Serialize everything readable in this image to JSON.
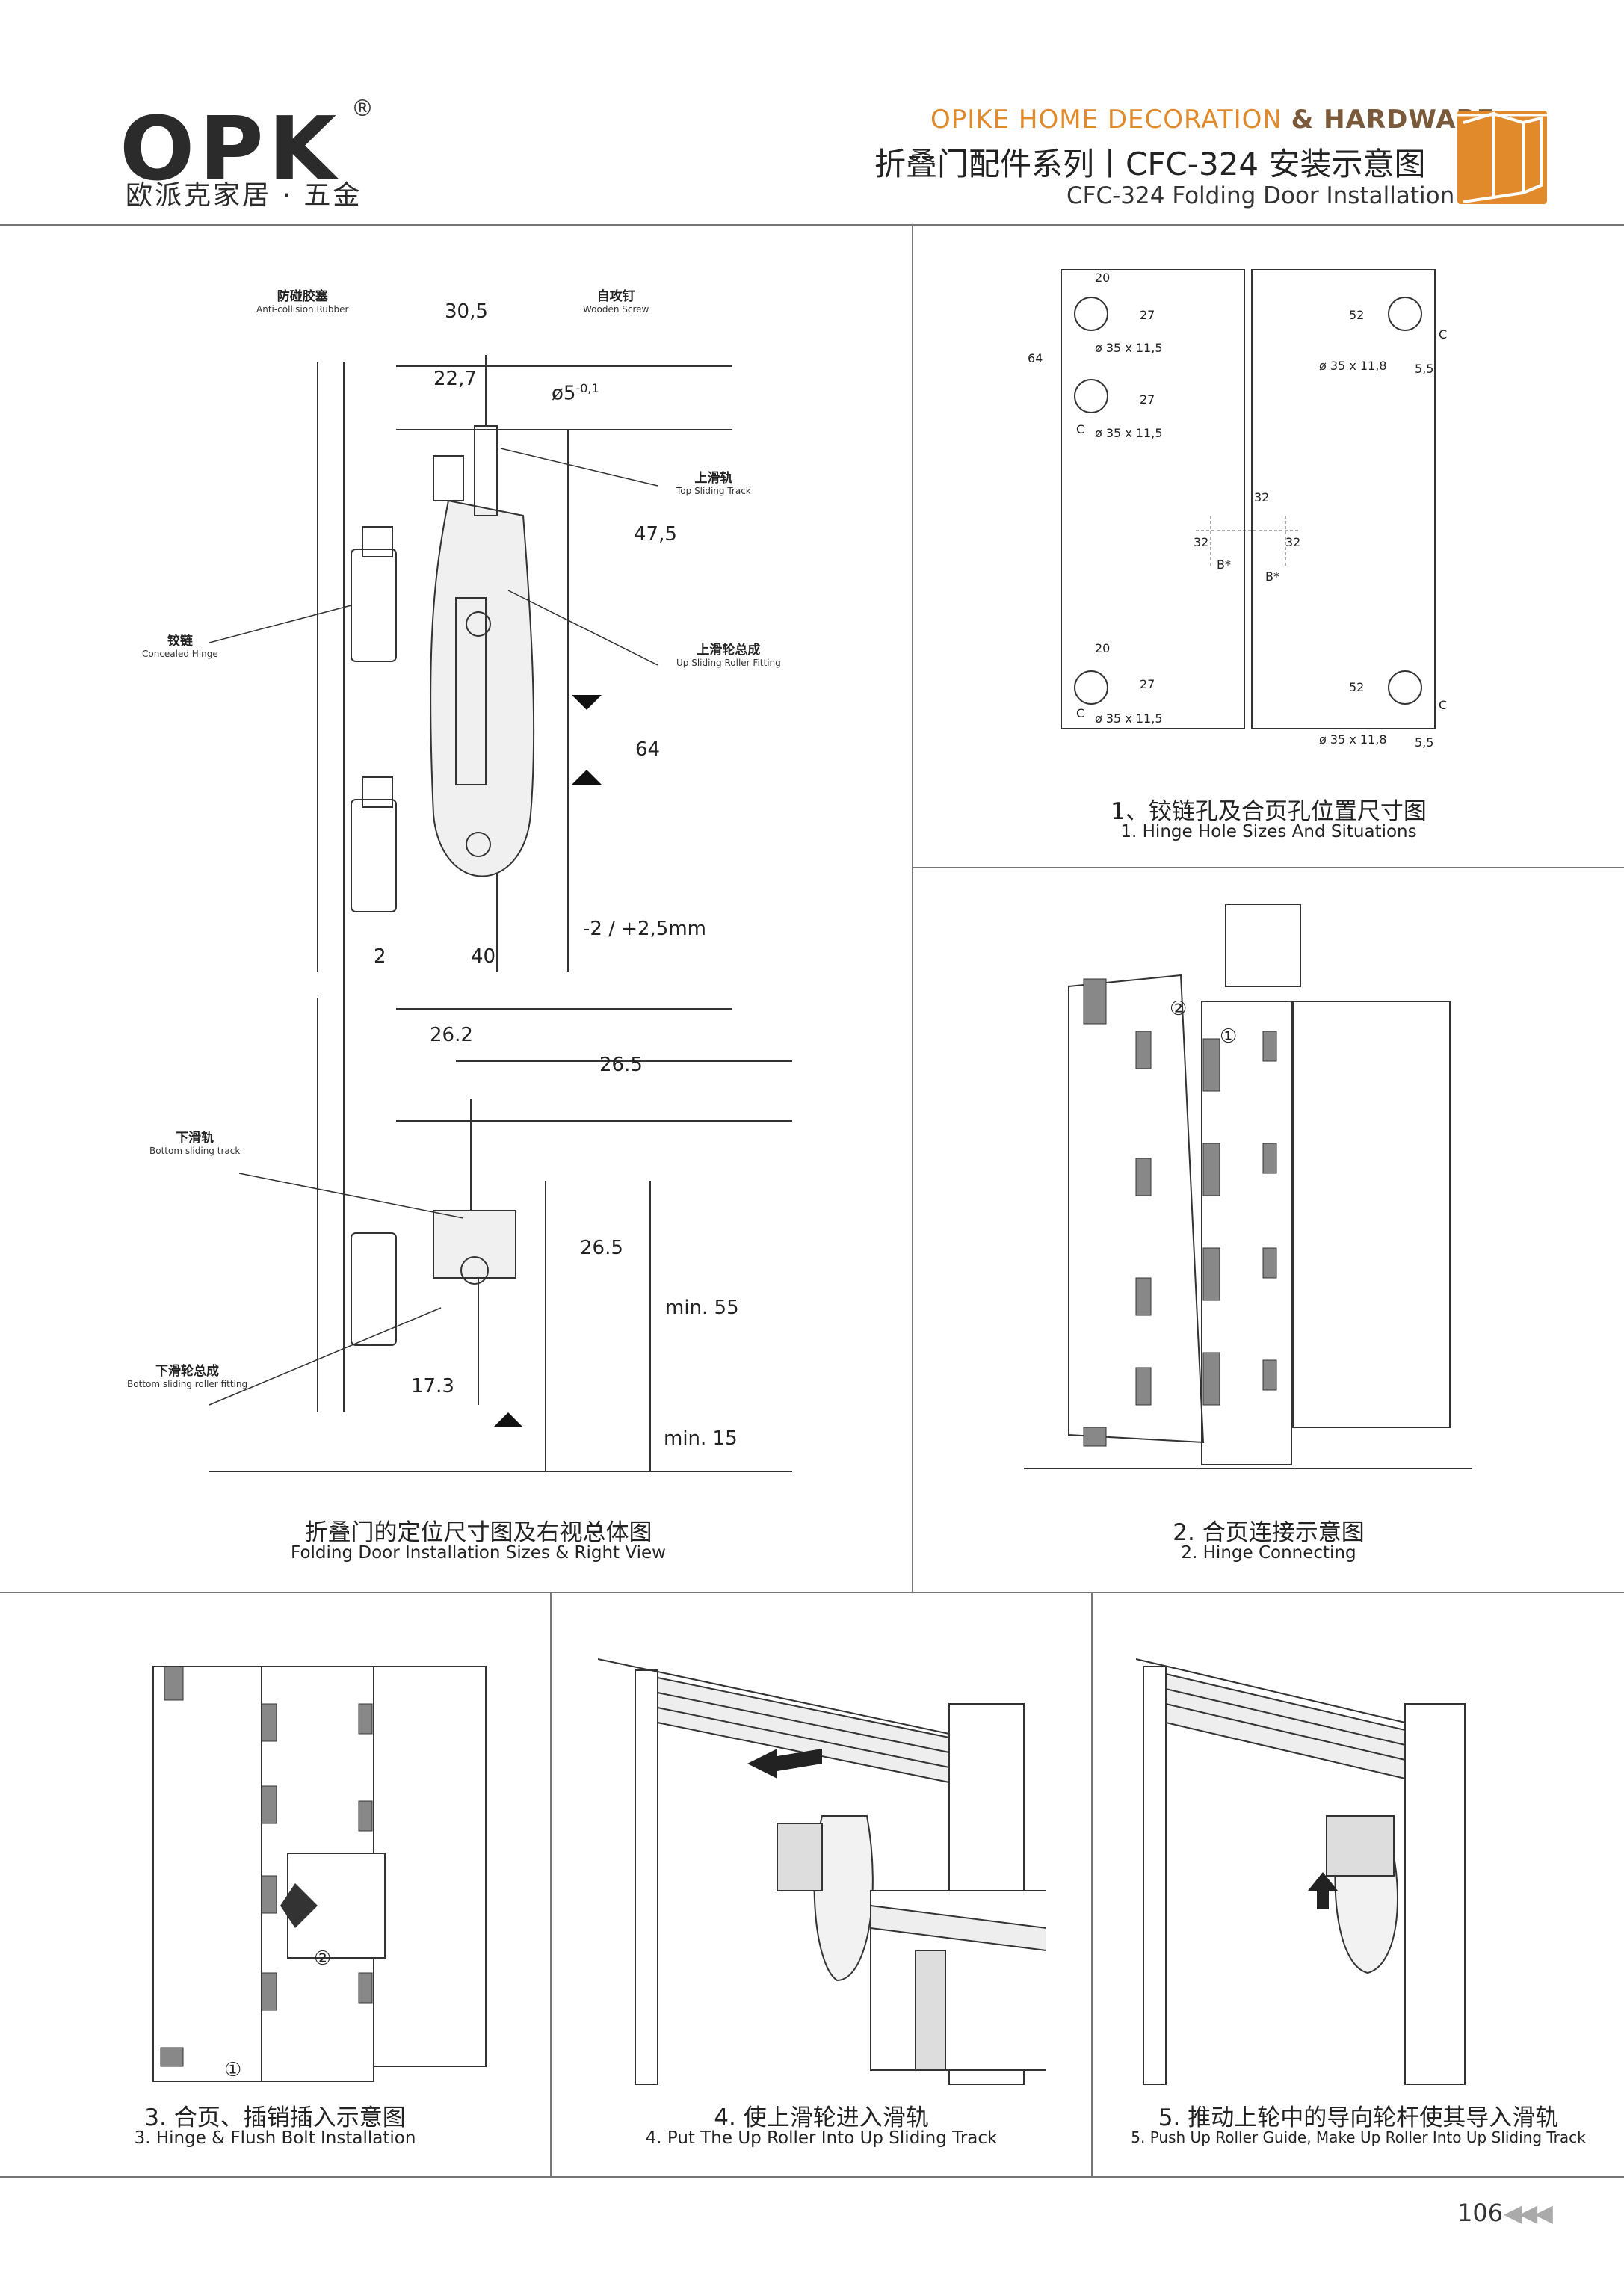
{
  "header": {
    "logo_text": "OPK",
    "logo_registered": "®",
    "logo_subtitle": "欧派克家居 · 五金",
    "brand_prefix": "OPIKE HOME DECORATION",
    "brand_amp": "& HARDWARE",
    "title_cn": "折叠门配件系列丨CFC-324 安装示意图",
    "title_en_model": "CFC-324",
    "title_en": "Folding Door Installation"
  },
  "panel_main": {
    "labels": {
      "anti_collision_cn": "防碰胶塞",
      "anti_collision_en": "Anti-collision Rubber",
      "wooden_screw_cn": "自攻钉",
      "wooden_screw_en": "Wooden Screw",
      "top_track_cn": "上滑轨",
      "top_track_en": "Top Sliding Track",
      "hinge_cn": "铰链",
      "hinge_en": "Concealed Hinge",
      "up_roller_cn": "上滑轮总成",
      "up_roller_en": "Up Sliding Roller Fitting",
      "bottom_track_cn": "下滑轨",
      "bottom_track_en": "Bottom sliding track",
      "bottom_roller_cn": "下滑轮总成",
      "bottom_roller_en": "Bottom sliding roller fitting"
    },
    "dims": {
      "d1": "30,5",
      "d2": "22,7",
      "d3": "ø5",
      "d3_tol": "-0,1",
      "d4": "47,5",
      "d5": "64",
      "d6": "-2 / +2,5mm",
      "d7": "2",
      "d8": "40",
      "d9": "26.2",
      "d10": "26.5",
      "d11": "26.5",
      "d12": "min. 55",
      "d13": "17.3",
      "d14": "min. 15"
    },
    "caption_cn": "折叠门的定位尺寸图及右视总体图",
    "caption_en": "Folding Door Installation Sizes & Right View"
  },
  "panel_holes": {
    "dims": {
      "w20": "20",
      "h27": "27",
      "hole": "ø 35 x 11,5",
      "h64": "64",
      "c": "C",
      "h52": "52",
      "hole2": "ø 35 x 11,8",
      "d55": "5,5",
      "d32": "32",
      "b": "B*"
    },
    "caption_cn": "1、铰链孔及合页孔位置尺寸图",
    "caption_en": "1. Hinge Hole Sizes And Situations"
  },
  "panel_hinge_connect": {
    "marker1": "①",
    "marker2": "②",
    "caption_cn": "2. 合页连接示意图",
    "caption_en": "2. Hinge Connecting"
  },
  "panel_3": {
    "marker1": "①",
    "marker2": "②",
    "caption_cn": "3. 合页、插销插入示意图",
    "caption_en": "3. Hinge & Flush Bolt Installation"
  },
  "panel_4": {
    "caption_cn": "4. 使上滑轮进入滑轨",
    "caption_en": "4. Put The Up Roller Into Up Sliding Track"
  },
  "panel_5": {
    "caption_cn": "5. 推动上轮中的导向轮杆使其导入滑轨",
    "caption_en": "5. Push Up Roller Guide, Make Up Roller Into Up Sliding Track"
  },
  "footer": {
    "page_number": "106",
    "arrows": "◀◀◀"
  }
}
